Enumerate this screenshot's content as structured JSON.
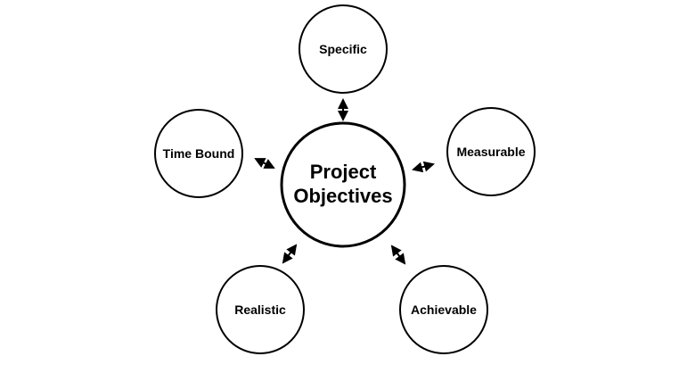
{
  "center": {
    "line1": "Project",
    "line2": "Objectives"
  },
  "nodes": {
    "specific": "Specific",
    "measurable": "Measurable",
    "achievable": "Achievable",
    "realistic": "Realistic",
    "time_bound": "Time Bound"
  },
  "colors": {
    "stroke": "#000000",
    "fill": "#ffffff",
    "background": "#ffffff"
  }
}
